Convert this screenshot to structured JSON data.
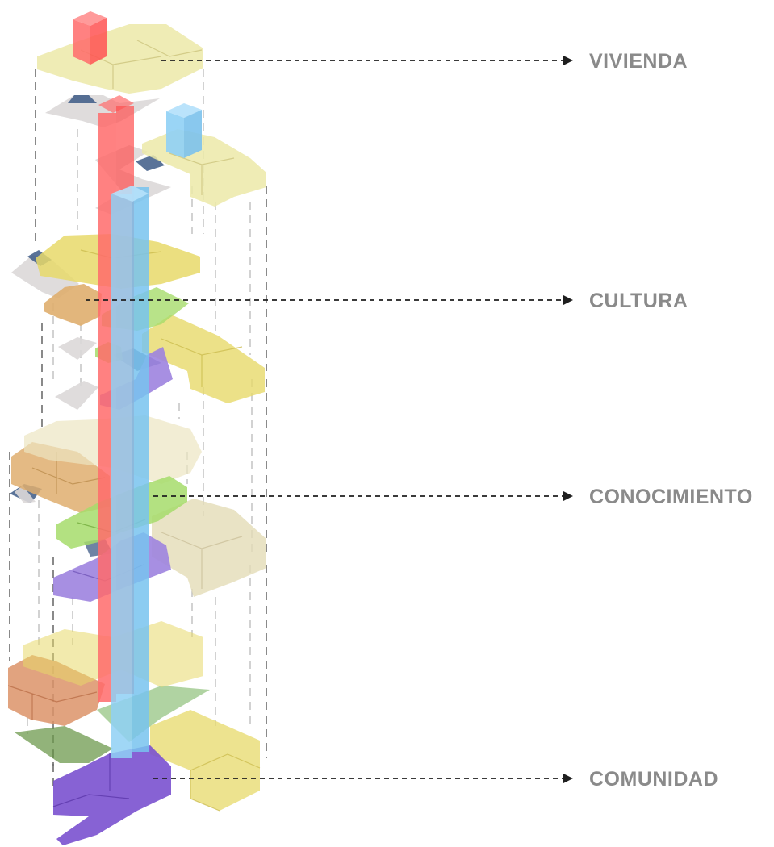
{
  "labels": [
    {
      "id": "vivienda",
      "text": "VIVIENDA"
    },
    {
      "id": "cultura",
      "text": "CULTURA"
    },
    {
      "id": "conocimiento",
      "text": "CONOCIMIENTO"
    },
    {
      "id": "comunidad",
      "text": "COMUNIDAD"
    }
  ],
  "colors": {
    "vivienda": "#ece9a8",
    "vivienda_light": "#ece6c2",
    "cultura": "#e7dc5e",
    "cultura_orange": "#dfae6e",
    "conocimiento": "#a6dc6b",
    "comunidad": "#9d83df",
    "comunidad_dark": "#7a51cf",
    "circulation_red": "#ff6b6b",
    "circulation_blue": "#8fd0f5",
    "floor_slab": "#dbd8d8",
    "shadow_blue": "#3d5a86",
    "green_dark": "#6e9a4e",
    "terracotta": "#dc9368",
    "label_text": "#8a8a8a",
    "leader_line": "#1f1f1f"
  }
}
